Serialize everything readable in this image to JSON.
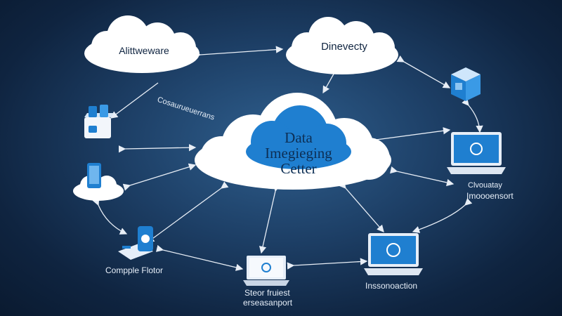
{
  "clouds": {
    "left_label": "Alittweware",
    "right_label": "Dinevecty",
    "center_line1": "Data",
    "center_line2": "Imegieging",
    "center_line3": "Cetter"
  },
  "annotations": {
    "diagonal_text": "Cosaurueuerrans"
  },
  "captions": {
    "laptop_right_line1": "Clvouatay",
    "laptop_right_line2": "Imoooensort",
    "laptop_bottom": "Inssonoaction",
    "laptop_center_line1": "Steor fruiest",
    "laptop_center_line2": "erseasanport",
    "phone_label": "Compple Flotor"
  },
  "colors": {
    "background": "#1d3f66",
    "cloud": "#ffffff",
    "accent_blue": "#1f7fd0",
    "arrow": "#e8eef6"
  }
}
